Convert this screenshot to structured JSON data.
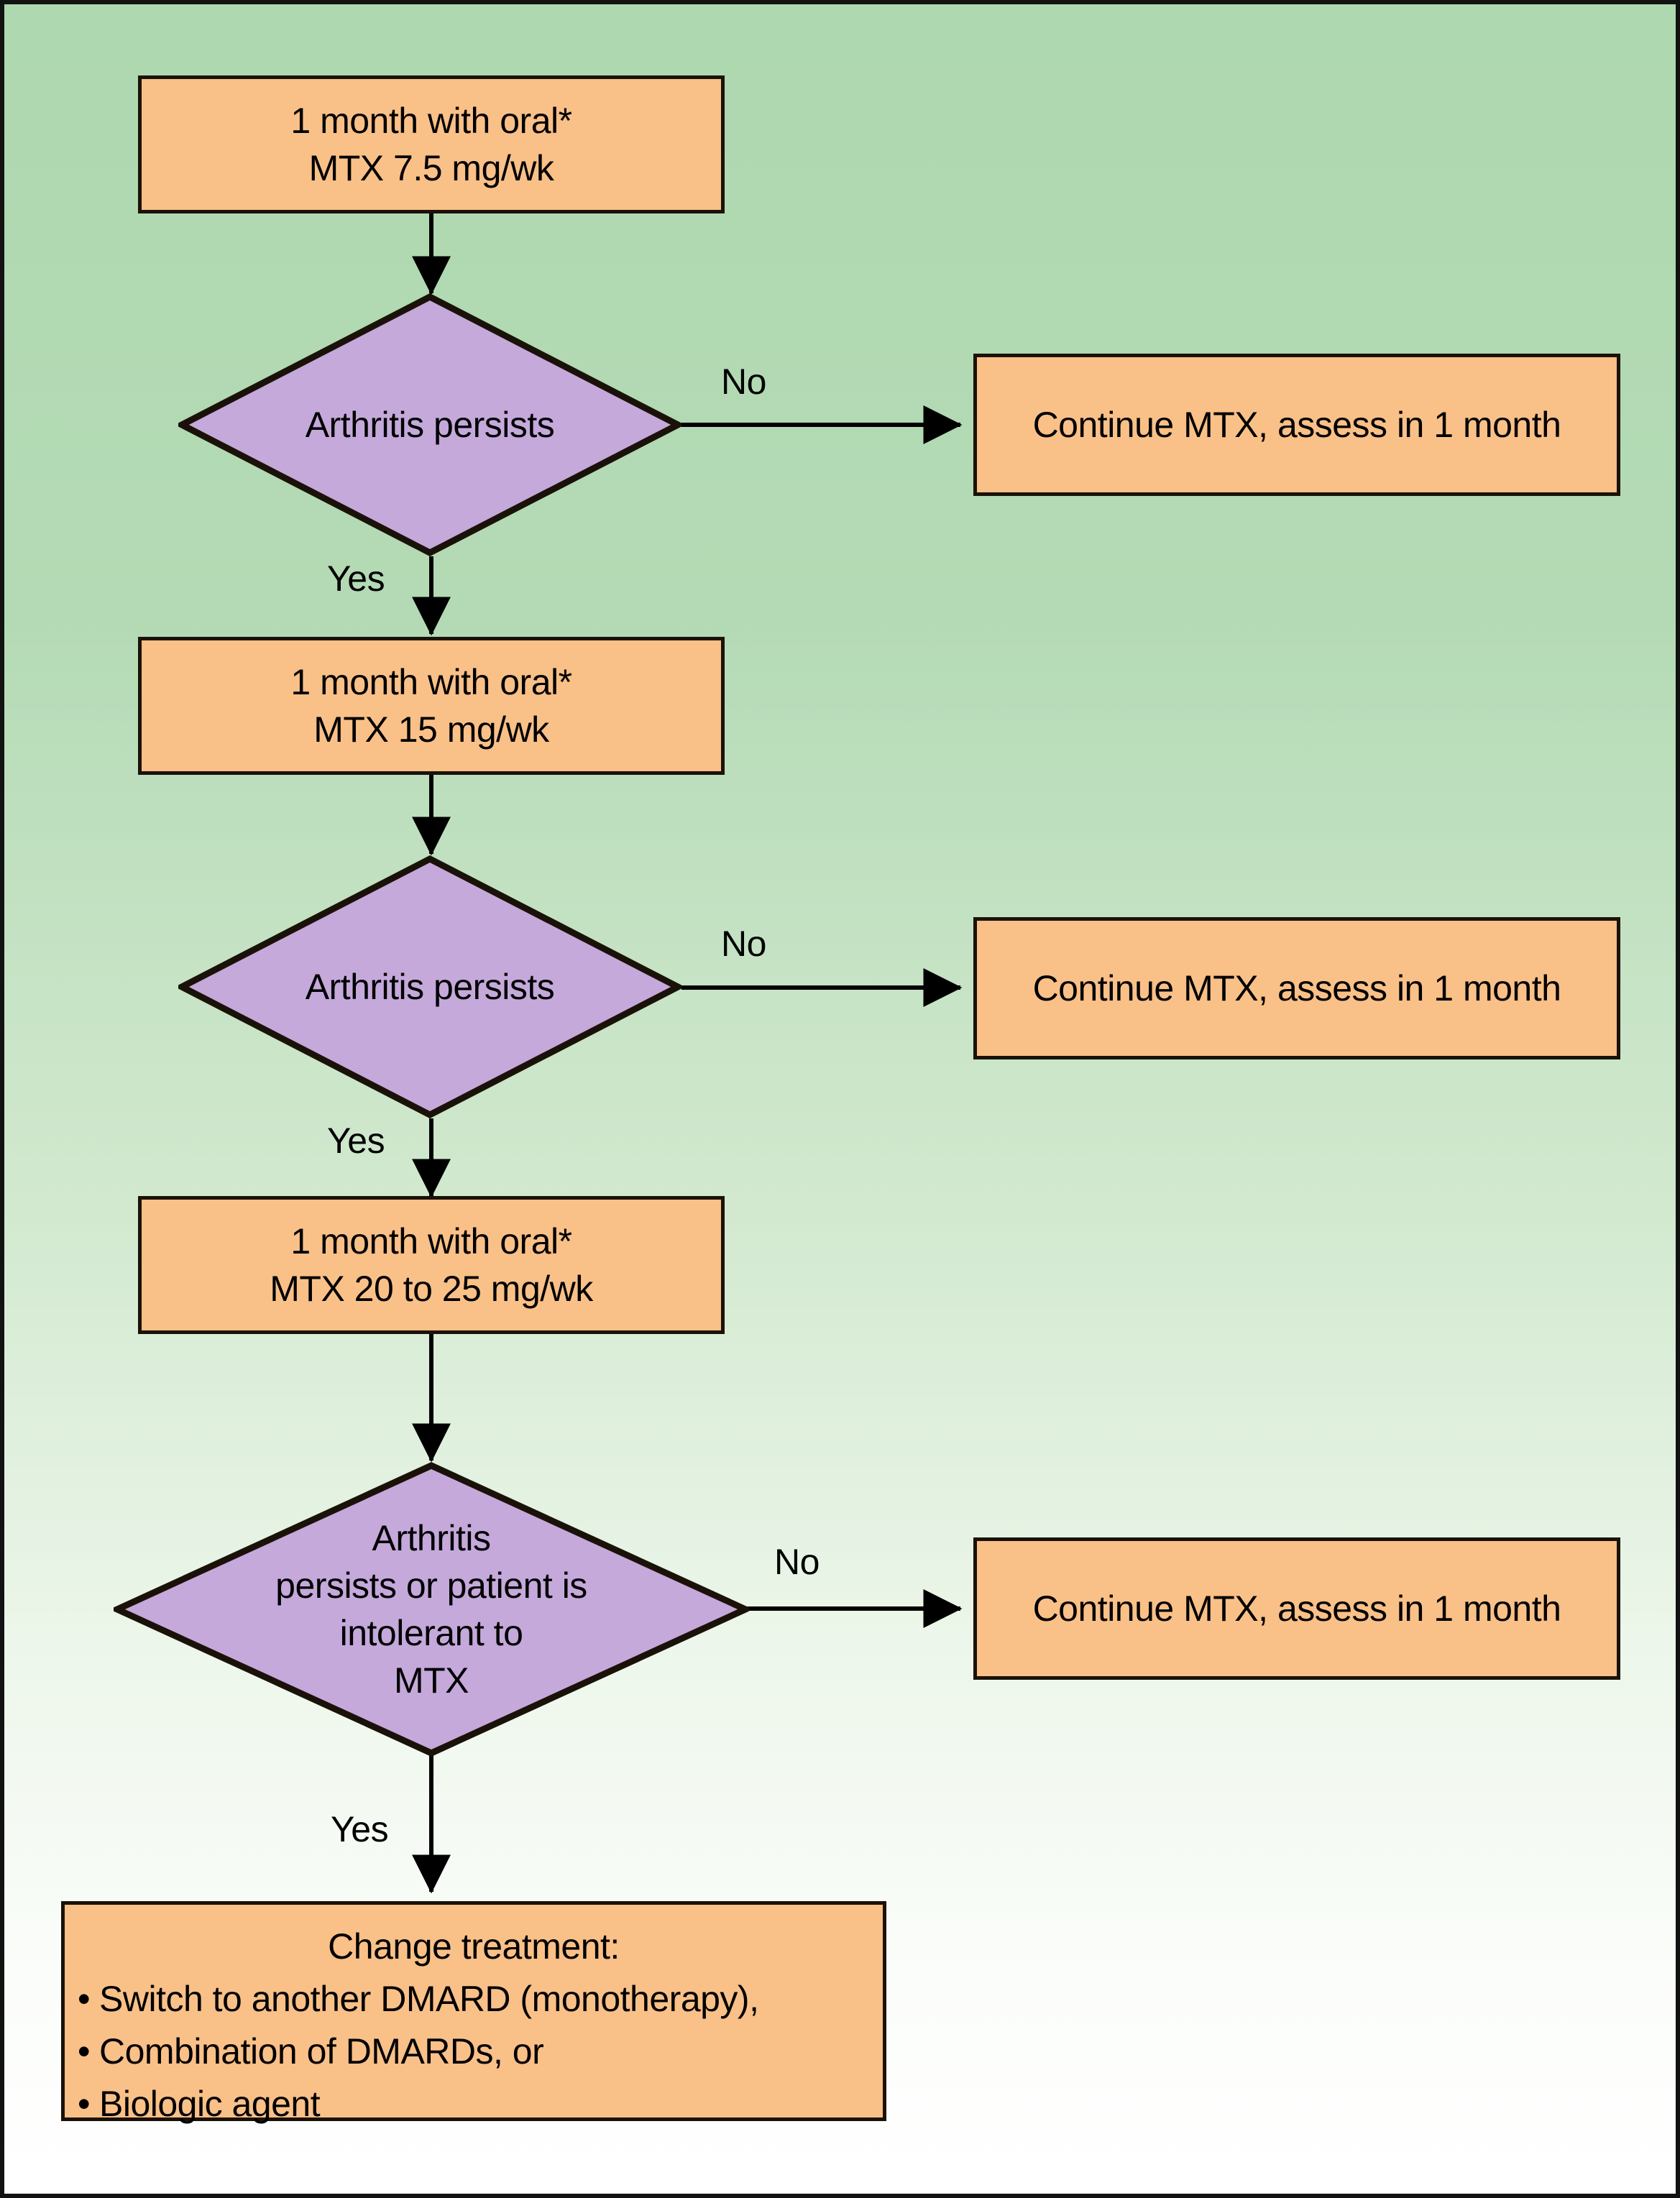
{
  "figure": {
    "title": "Methotrexate dose escalation treatment algorithm flowchart",
    "background_top_color": "#aed8af",
    "background_bottom_color": "#ffffff",
    "process_fill": "#f9c088",
    "decision_fill": "#c5a9db",
    "stroke_color": "#1a1208"
  },
  "nodes": {
    "step1": {
      "type": "process",
      "text": "1 month with oral*\nMTX 7.5 mg/wk"
    },
    "decision1": {
      "type": "decision",
      "text": "Arthritis persists"
    },
    "continue1": {
      "type": "process",
      "text": "Continue MTX, assess in 1 month"
    },
    "step2": {
      "type": "process",
      "text": "1 month with oral*\nMTX 15 mg/wk"
    },
    "decision2": {
      "type": "decision",
      "text": "Arthritis persists"
    },
    "continue2": {
      "type": "process",
      "text": "Continue MTX, assess in 1 month"
    },
    "step3": {
      "type": "process",
      "text": "1 month with oral*\nMTX 20 to 25 mg/wk"
    },
    "decision3": {
      "type": "decision",
      "text": "Arthritis\npersists or patient is\nintolerant to\nMTX"
    },
    "continue3": {
      "type": "process",
      "text": "Continue MTX, assess in 1 month"
    },
    "change": {
      "type": "process",
      "heading": "Change treatment:",
      "bullet_glyph": "•",
      "bullets": [
        "Switch to another DMARD (monotherapy),",
        "Combination of DMARDs, or",
        "Biologic agent"
      ]
    }
  },
  "edges": {
    "no1": "No",
    "yes1": "Yes",
    "no2": "No",
    "yes2": "Yes",
    "no3": "No",
    "yes3": "Yes"
  }
}
